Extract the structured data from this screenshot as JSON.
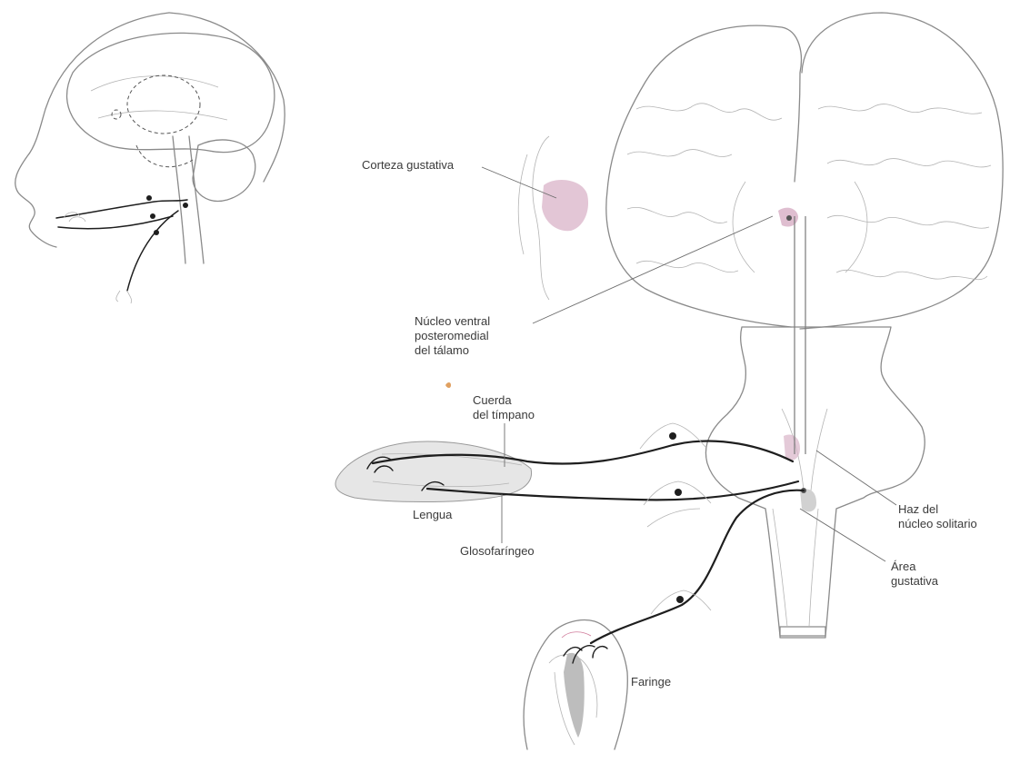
{
  "labels": {
    "taste_cortex": "Corteza gustativa",
    "thalamus_nucleus": [
      "Núcleo ventral",
      "posteromedial",
      "del tálamo"
    ],
    "chorda_tympani": [
      "Cuerda",
      "del tímpano"
    ],
    "tongue": "Lengua",
    "glossopharyngeal": "Glosofaríngeo",
    "solitary_tract": [
      "Haz del",
      "núcleo solitario"
    ],
    "gustatory_area": [
      "Área",
      "gustativa"
    ],
    "pharynx": "Faringe"
  },
  "colors": {
    "highlight": "#d9b3c8",
    "nerve": "#1e1e1e",
    "outline": "#8a8a8a",
    "leader": "#6d6d6d",
    "text": "#3a3a3a",
    "tongue_fill": "#e6e6e6"
  }
}
